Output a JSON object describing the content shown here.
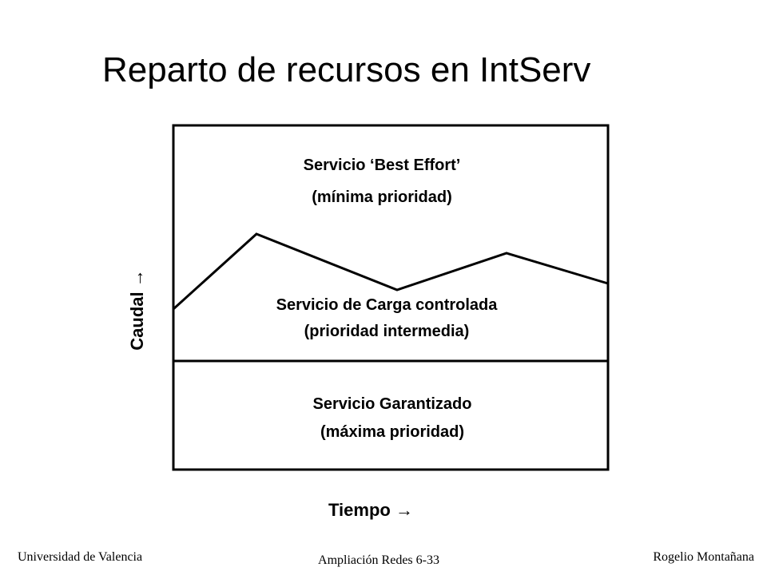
{
  "slide": {
    "title": "Reparto de recursos en IntServ"
  },
  "diagram": {
    "best_effort": {
      "line1": "Servicio ‘Best Effort’",
      "line2": "(mínima prioridad)"
    },
    "controlled_load": {
      "line1": "Servicio de Carga controlada",
      "line2": "(prioridad intermedia)"
    },
    "guaranteed": {
      "line1": "Servicio Garantizado",
      "line2": "(máxima prioridad)"
    },
    "y_axis": {
      "label": "Caudal",
      "arrow": "→"
    },
    "x_axis": {
      "label": "Tiempo",
      "arrow": "→"
    },
    "colors": {
      "line": "#000000",
      "background": "#ffffff"
    }
  },
  "footer": {
    "left": "Universidad de Valencia",
    "center": "Ampliación Redes 6-33",
    "right": "Rogelio Montañana"
  }
}
